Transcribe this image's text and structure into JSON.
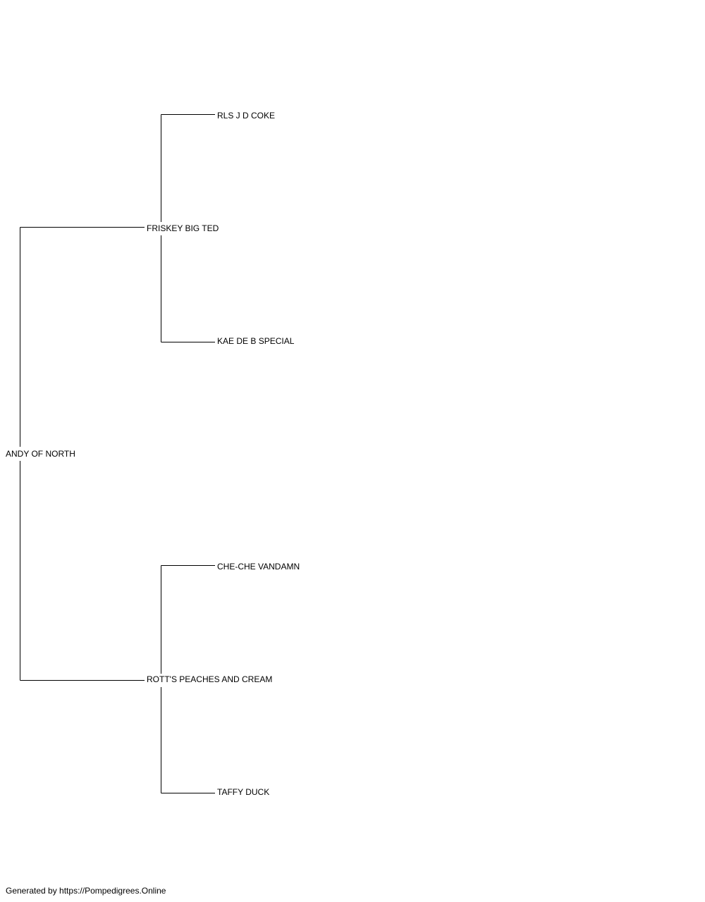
{
  "pedigree": {
    "subject": "ANDY OF NORTH",
    "sire": {
      "name": "FRISKEY BIG TED",
      "sire": "RLS J D COKE",
      "dam": "KAE DE B SPECIAL"
    },
    "dam": {
      "name": "ROTT'S PEACHES AND CREAM",
      "sire": "CHE-CHE VANDAMN",
      "dam": "TAFFY DUCK"
    }
  },
  "footer": {
    "text": "Generated by https://Pompedigrees.Online"
  }
}
